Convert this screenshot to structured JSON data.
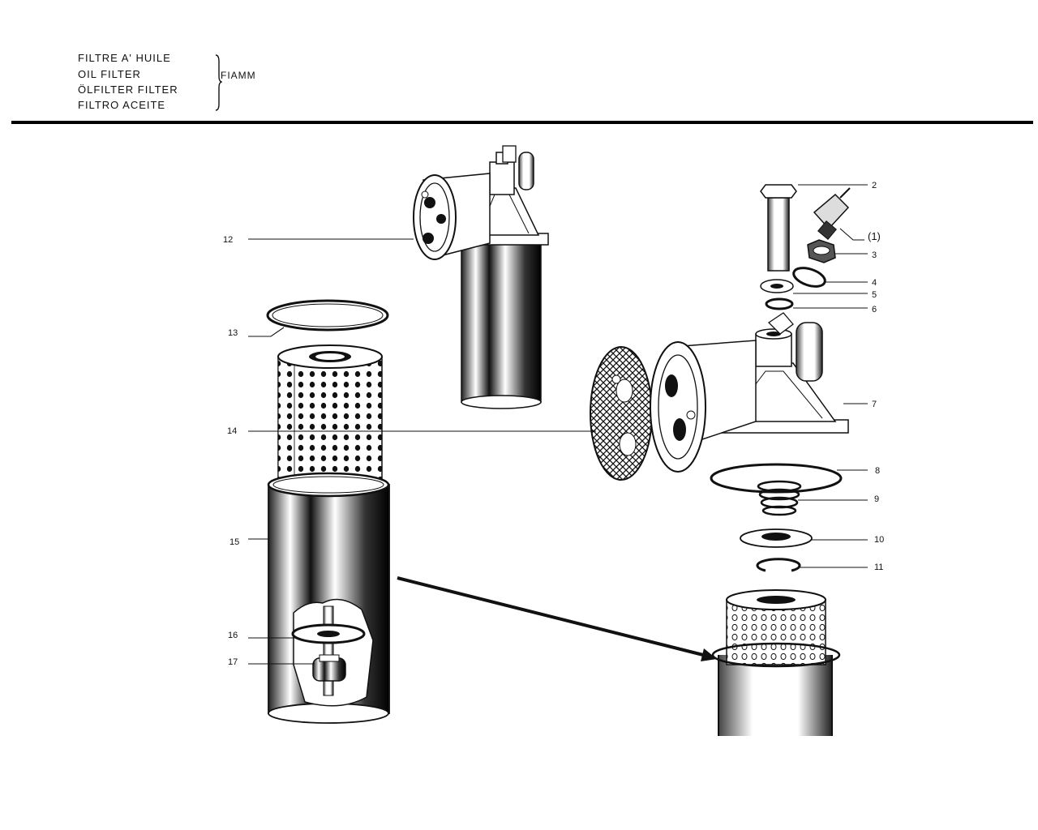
{
  "header": {
    "titles": [
      "FILTRE A' HUILE",
      "OIL FILTER",
      "ÖLFILTER FILTER",
      "FILTRO ACEITE"
    ],
    "brand": "FIAMM"
  },
  "callouts": {
    "c1": "(1)",
    "c2": "2",
    "c3": "3",
    "c4": "4",
    "c5": "5",
    "c6": "6",
    "c7": "7",
    "c8": "8",
    "c9": "9",
    "c10": "10",
    "c11": "11",
    "c12": "12",
    "c13": "13",
    "c14": "14",
    "c15": "15",
    "c16": "16",
    "c17": "17"
  },
  "colors": {
    "ink": "#111111",
    "paper": "#ffffff",
    "shade": "#555555"
  }
}
